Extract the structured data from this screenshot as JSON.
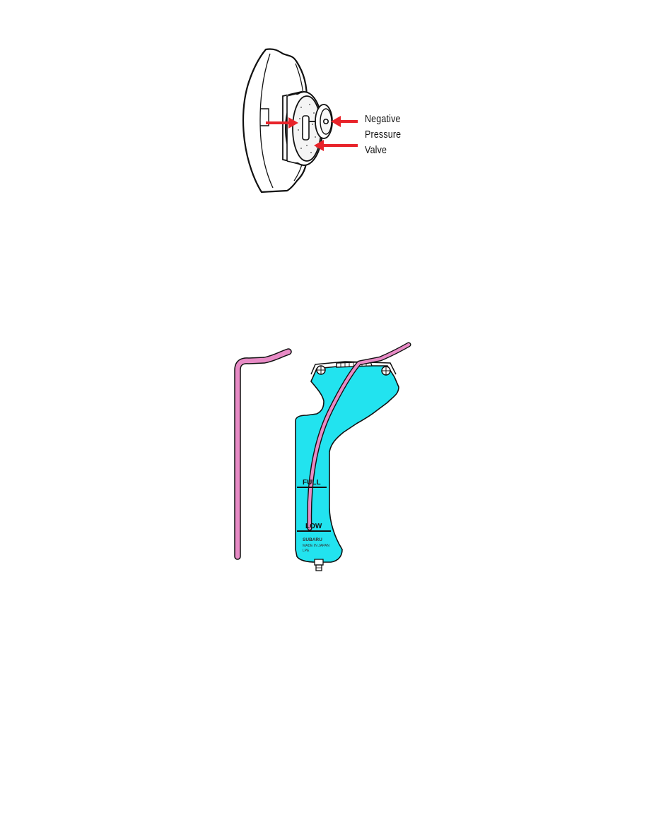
{
  "cap_figure": {
    "callout_lines": [
      "Negative",
      "Pressure",
      "Valve"
    ]
  },
  "tank_figure": {
    "level_marks": {
      "full": "FULL",
      "low": "LOW"
    },
    "embossed_text": {
      "brand": "SUBARU",
      "line1": "MADE IN JAPAN",
      "line2": "LPE"
    }
  },
  "colors": {
    "arrow": "#e8232a",
    "coolant": "#22e3ef",
    "hose": "#e88bc6",
    "outline": "#111111"
  }
}
